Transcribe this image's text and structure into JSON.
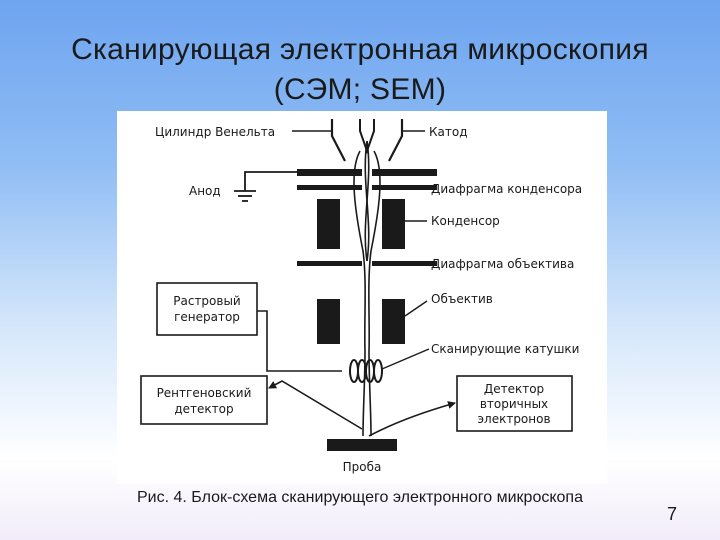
{
  "slide": {
    "title_line1": "Сканирующая электронная микроскопия",
    "title_line2": "(СЭМ; SEM)",
    "caption": "Рис. 4. Блок-схема сканирующего электронного микроскопа",
    "page_number": "7"
  },
  "diagram": {
    "labels": {
      "wehnelt": "Цилиндр Венельта",
      "cathode": "Катод",
      "anode": "Анод",
      "condenser_aperture": "Диафрагма конденсора",
      "condenser": "Конденсор",
      "objective_aperture": "Диафрагма объектива",
      "raster_generator_line1": "Растровый",
      "raster_generator_line2": "генератор",
      "objective": "Объектив",
      "scan_coils": "Сканирующие катушки",
      "xray_detector_line1": "Рентгеновский",
      "xray_detector_line2": "детектор",
      "secondary_detector_line1": "Детектор",
      "secondary_detector_line2": "вторичных",
      "secondary_detector_line3": "электронов",
      "sample": "Проба"
    }
  }
}
